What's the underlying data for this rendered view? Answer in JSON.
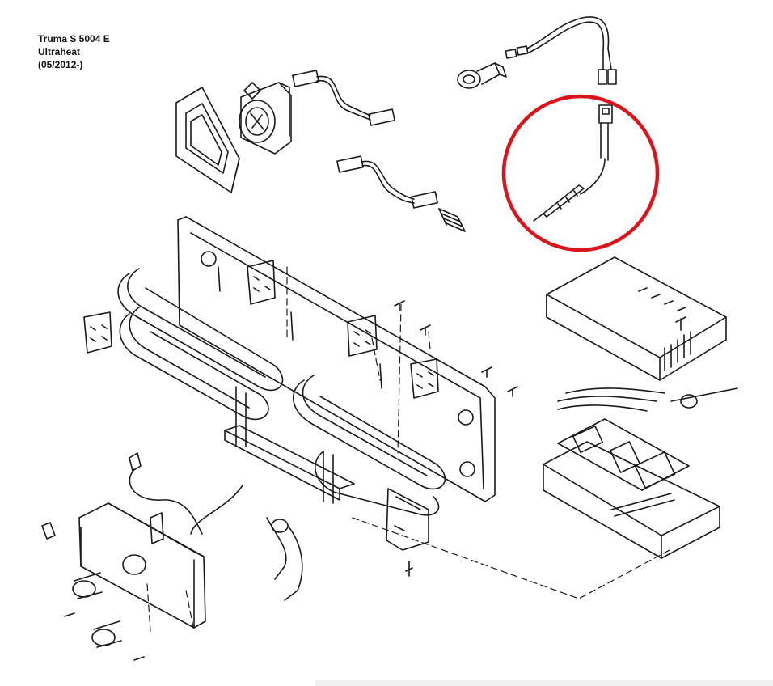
{
  "title": {
    "line1": "Truma S 5004 E",
    "line2": "Ultraheat",
    "line3": "(05/2012-)"
  },
  "colors": {
    "line": "#1a1a1a",
    "highlight_circle": "#d8151c",
    "background": "#ffffff"
  }
}
